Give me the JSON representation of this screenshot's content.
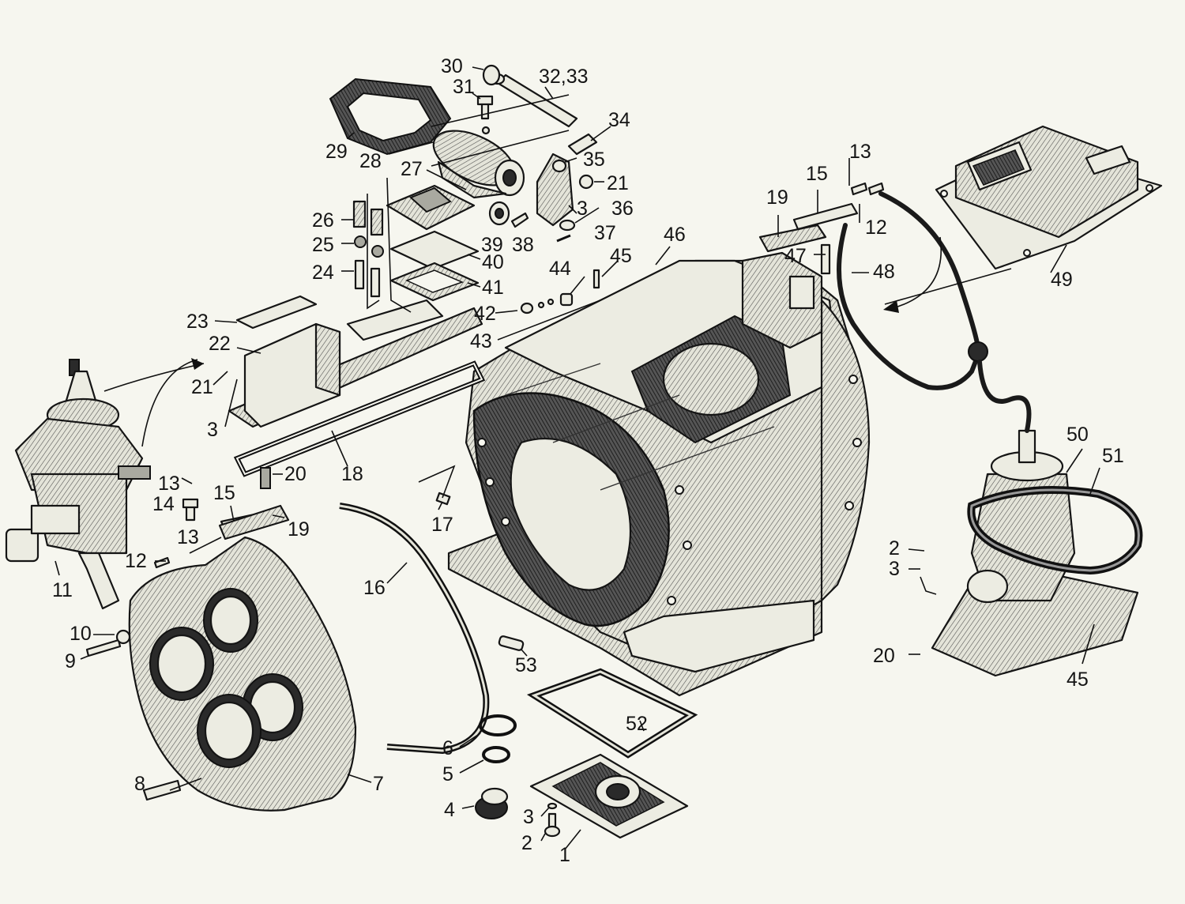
{
  "labels": [
    {
      "id": "l30",
      "text": "30"
    },
    {
      "id": "l3233",
      "text": "32,33"
    },
    {
      "id": "l31",
      "text": "31"
    },
    {
      "id": "l34",
      "text": "34"
    },
    {
      "id": "l29",
      "text": "29"
    },
    {
      "id": "l28",
      "text": "28"
    },
    {
      "id": "l35",
      "text": "35"
    },
    {
      "id": "l27",
      "text": "27"
    },
    {
      "id": "l21a",
      "text": "21"
    },
    {
      "id": "l3a",
      "text": "3"
    },
    {
      "id": "l36",
      "text": "36"
    },
    {
      "id": "l26",
      "text": "26"
    },
    {
      "id": "l39",
      "text": "39"
    },
    {
      "id": "l38",
      "text": "38"
    },
    {
      "id": "l37",
      "text": "37"
    },
    {
      "id": "l25",
      "text": "25"
    },
    {
      "id": "l40",
      "text": "40"
    },
    {
      "id": "l24",
      "text": "24"
    },
    {
      "id": "l41",
      "text": "41"
    },
    {
      "id": "l44",
      "text": "44"
    },
    {
      "id": "l45a",
      "text": "45"
    },
    {
      "id": "l46",
      "text": "46"
    },
    {
      "id": "l19a",
      "text": "19"
    },
    {
      "id": "l15a",
      "text": "15"
    },
    {
      "id": "l13a",
      "text": "13"
    },
    {
      "id": "l12a",
      "text": "12"
    },
    {
      "id": "l47",
      "text": "47"
    },
    {
      "id": "l48",
      "text": "48"
    },
    {
      "id": "l49",
      "text": "49"
    },
    {
      "id": "l23",
      "text": "23"
    },
    {
      "id": "l42",
      "text": "42"
    },
    {
      "id": "l43",
      "text": "43"
    },
    {
      "id": "l22",
      "text": "22"
    },
    {
      "id": "l21b",
      "text": "21"
    },
    {
      "id": "l3b",
      "text": "3"
    },
    {
      "id": "l20a",
      "text": "20"
    },
    {
      "id": "l18",
      "text": "18"
    },
    {
      "id": "l13b",
      "text": "13"
    },
    {
      "id": "l14",
      "text": "14"
    },
    {
      "id": "l15b",
      "text": "15"
    },
    {
      "id": "l19b",
      "text": "19"
    },
    {
      "id": "l13c",
      "text": "13"
    },
    {
      "id": "l17",
      "text": "17"
    },
    {
      "id": "l12b",
      "text": "12"
    },
    {
      "id": "l11",
      "text": "11"
    },
    {
      "id": "l16",
      "text": "16"
    },
    {
      "id": "l50",
      "text": "50"
    },
    {
      "id": "l51",
      "text": "51"
    },
    {
      "id": "l2a",
      "text": "2"
    },
    {
      "id": "l3c",
      "text": "3"
    },
    {
      "id": "l10",
      "text": "10"
    },
    {
      "id": "l9",
      "text": "9"
    },
    {
      "id": "l53",
      "text": "53"
    },
    {
      "id": "l20b",
      "text": "20"
    },
    {
      "id": "l45b",
      "text": "45"
    },
    {
      "id": "l52",
      "text": "52"
    },
    {
      "id": "l6",
      "text": "6"
    },
    {
      "id": "l5",
      "text": "5"
    },
    {
      "id": "l8",
      "text": "8"
    },
    {
      "id": "l7",
      "text": "7"
    },
    {
      "id": "l4",
      "text": "4"
    },
    {
      "id": "l3d",
      "text": "3"
    },
    {
      "id": "l2b",
      "text": "2"
    },
    {
      "id": "l1",
      "text": "1"
    }
  ]
}
